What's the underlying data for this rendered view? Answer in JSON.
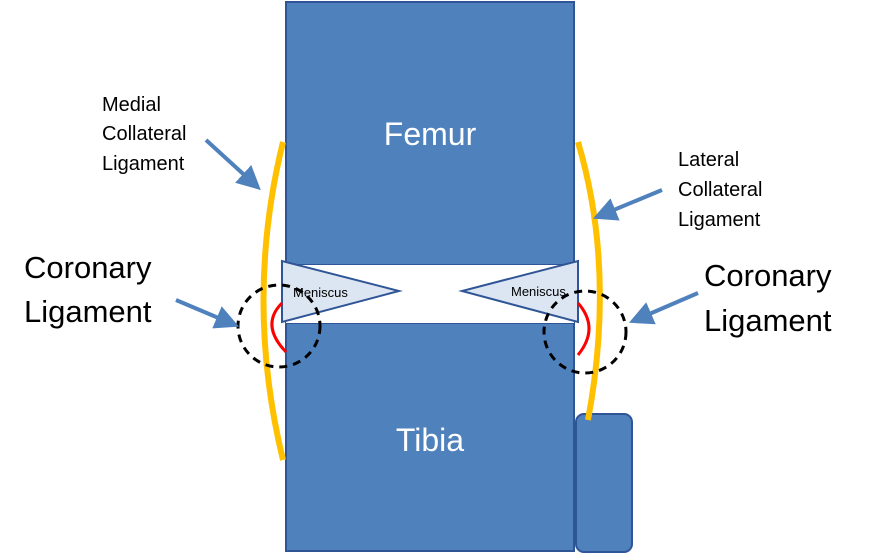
{
  "bones": {
    "femur": "Femur",
    "tibia": "Tibia"
  },
  "meniscus": {
    "left": "Meniscus",
    "right": "Meniscus"
  },
  "labels": {
    "medial_collateral": [
      "Medial",
      "Collateral",
      "Ligament"
    ],
    "lateral_collateral": [
      "Lateral",
      "Collateral",
      "Ligament"
    ],
    "coronary_left": [
      "Coronary",
      "Ligament"
    ],
    "coronary_right": [
      "Coronary",
      "Ligament"
    ]
  },
  "colors": {
    "bone_fill": "#4f81bd",
    "bone_stroke": "#2f5597",
    "meniscus_fill": "#dce6f2",
    "ligament": "#ffc000",
    "coronary_arc": "#ff0000",
    "arrow": "#4f81bd",
    "text_dark": "#000000",
    "text_light": "#ffffff"
  }
}
